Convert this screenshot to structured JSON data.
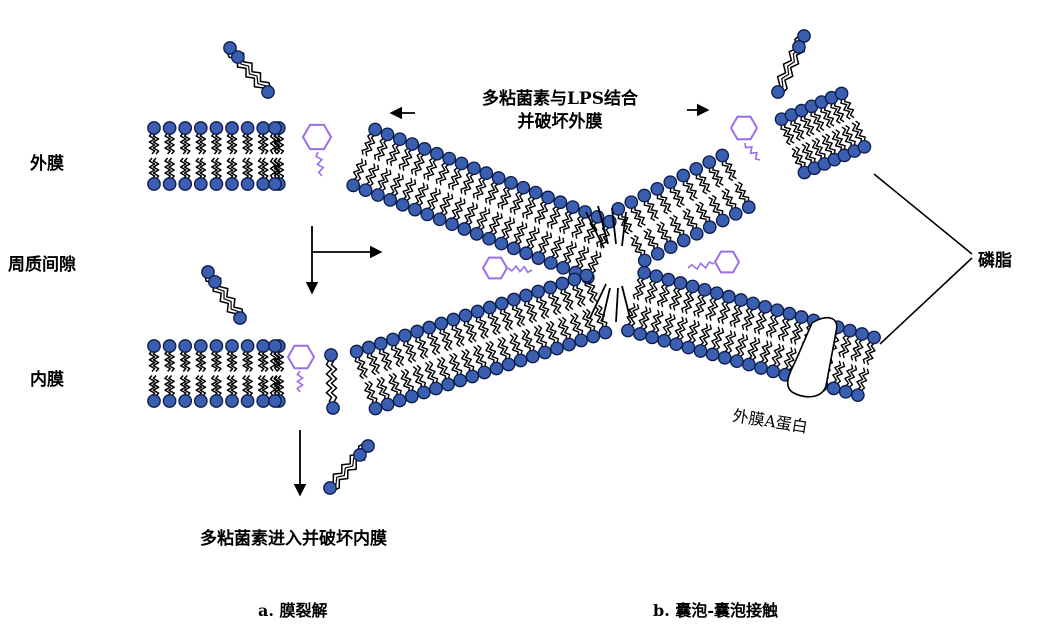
{
  "labels": {
    "outer_membrane": "外膜",
    "periplasm": "周质间隙",
    "inner_membrane": "内膜",
    "phospholipid": "磷脂",
    "ompa": "外膜A蛋白",
    "binding_line1": "多粘菌素与LPS结合",
    "binding_line2": "并破坏外膜",
    "inner_entry": "多粘菌素进入并破坏内膜",
    "caption_a": "a. 膜裂解",
    "caption_b": "b. 囊泡-囊泡接触"
  },
  "colors": {
    "head": "#3a5fb0",
    "head_stroke": "#0c1a48",
    "polymyxin": "#9a6ee8",
    "line": "#000000"
  }
}
